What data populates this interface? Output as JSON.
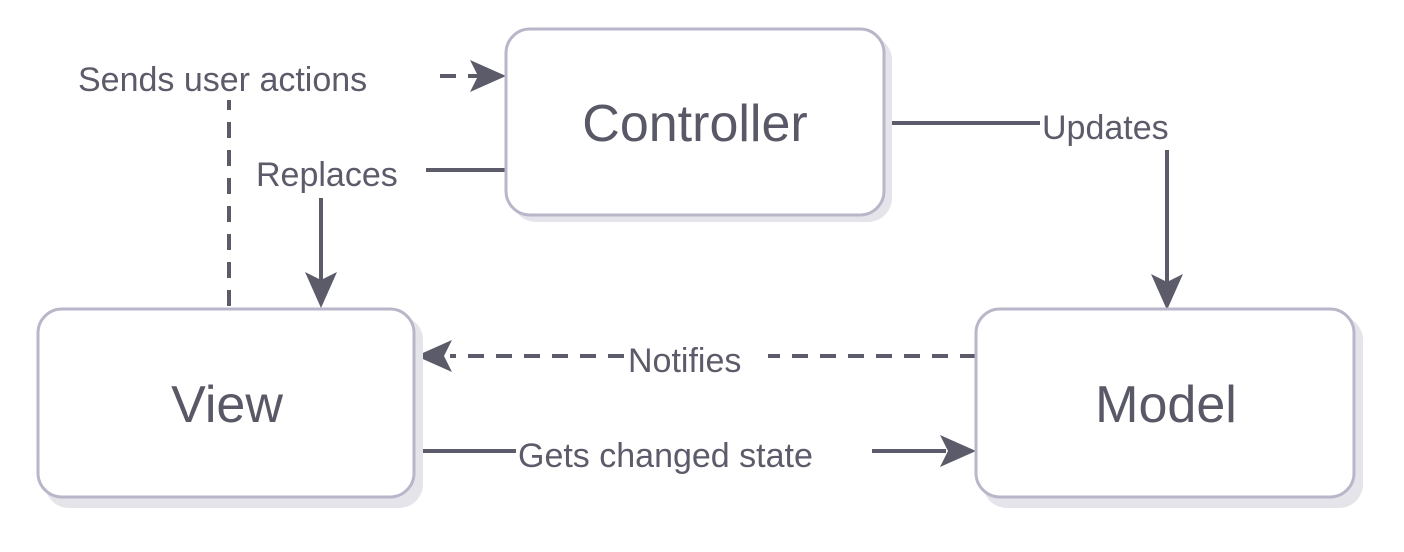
{
  "nodes": {
    "controller": {
      "label": "Controller"
    },
    "view": {
      "label": "View"
    },
    "model": {
      "label": "Model"
    }
  },
  "edges": {
    "sends_user_actions": {
      "label": "Sends user actions",
      "from": "View",
      "to": "Controller",
      "style": "dashed"
    },
    "replaces": {
      "label": "Replaces",
      "from": "Controller",
      "to": "View",
      "style": "solid"
    },
    "updates": {
      "label": "Updates",
      "from": "Controller",
      "to": "Model",
      "style": "solid"
    },
    "notifies": {
      "label": "Notifies",
      "from": "Model",
      "to": "View",
      "style": "dashed"
    },
    "gets_changed_state": {
      "label": "Gets changed state",
      "from": "View",
      "to": "Model",
      "style": "solid"
    }
  },
  "colors": {
    "box_border": "#b8b6c9",
    "box_text": "#585866",
    "edge": "#5b5b6a"
  }
}
